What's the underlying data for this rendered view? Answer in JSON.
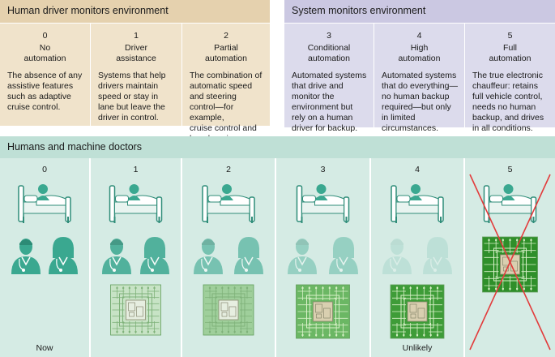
{
  "top": {
    "human_header": "Human driver monitors environment",
    "system_header": "System monitors environment",
    "levels": [
      {
        "num": "0",
        "name": [
          "No",
          "automation"
        ],
        "desc": [
          "The absence of any",
          "assistive features",
          "such as adaptive",
          "cruise control."
        ]
      },
      {
        "num": "1",
        "name": [
          "Driver",
          "assistance"
        ],
        "desc": [
          "Systems that help",
          "drivers maintain",
          "speed or stay in",
          "lane but leave the",
          "driver in control."
        ]
      },
      {
        "num": "2",
        "name": [
          "Partial",
          "automation"
        ],
        "desc": [
          "The combination of",
          "automatic speed",
          "and steering",
          "control—for example,",
          "cruise control and",
          "lane keeping."
        ]
      },
      {
        "num": "3",
        "name": [
          "Conditional",
          "automation"
        ],
        "desc": [
          "Automated systems",
          "that drive and",
          "monitor the",
          "environment but",
          "rely on a human",
          "driver for backup."
        ]
      },
      {
        "num": "4",
        "name": [
          "High",
          "automation"
        ],
        "desc": [
          "Automated systems",
          "that do everything—",
          "no human backup",
          "required—but only",
          "in limited",
          "circumstances."
        ]
      },
      {
        "num": "5",
        "name": [
          "Full",
          "automation"
        ],
        "desc": [
          "The true electronic",
          "chauffeur: retains",
          "full vehicle control,",
          "needs no human",
          "backup, and drives",
          "in all conditions."
        ]
      }
    ]
  },
  "bottom": {
    "header": "Humans and machine doctors",
    "columns": [
      {
        "num": "0",
        "label": "Now",
        "doctor_opacity": 1.0,
        "chip_level": 0
      },
      {
        "num": "1",
        "label": "",
        "doctor_opacity": 0.85,
        "chip_level": 1
      },
      {
        "num": "2",
        "label": "",
        "doctor_opacity": 0.6,
        "chip_level": 2
      },
      {
        "num": "3",
        "label": "",
        "doctor_opacity": 0.4,
        "chip_level": 3
      },
      {
        "num": "4",
        "label": "Unlikely",
        "doctor_opacity": 0.15,
        "chip_level": 4
      },
      {
        "num": "5",
        "label": "",
        "doctor_opacity": 0.0,
        "chip_level": 5
      }
    ]
  },
  "colors": {
    "human_bg": "#f0e3cb",
    "human_hdr": "#e5d1ae",
    "system_bg": "#dcdbec",
    "system_hdr": "#cbc8e2",
    "bottom_bg": "#d5ebe4",
    "bottom_hdr": "#bfe0d6",
    "teal": "#3aa890",
    "cross": "#e23b3b"
  }
}
